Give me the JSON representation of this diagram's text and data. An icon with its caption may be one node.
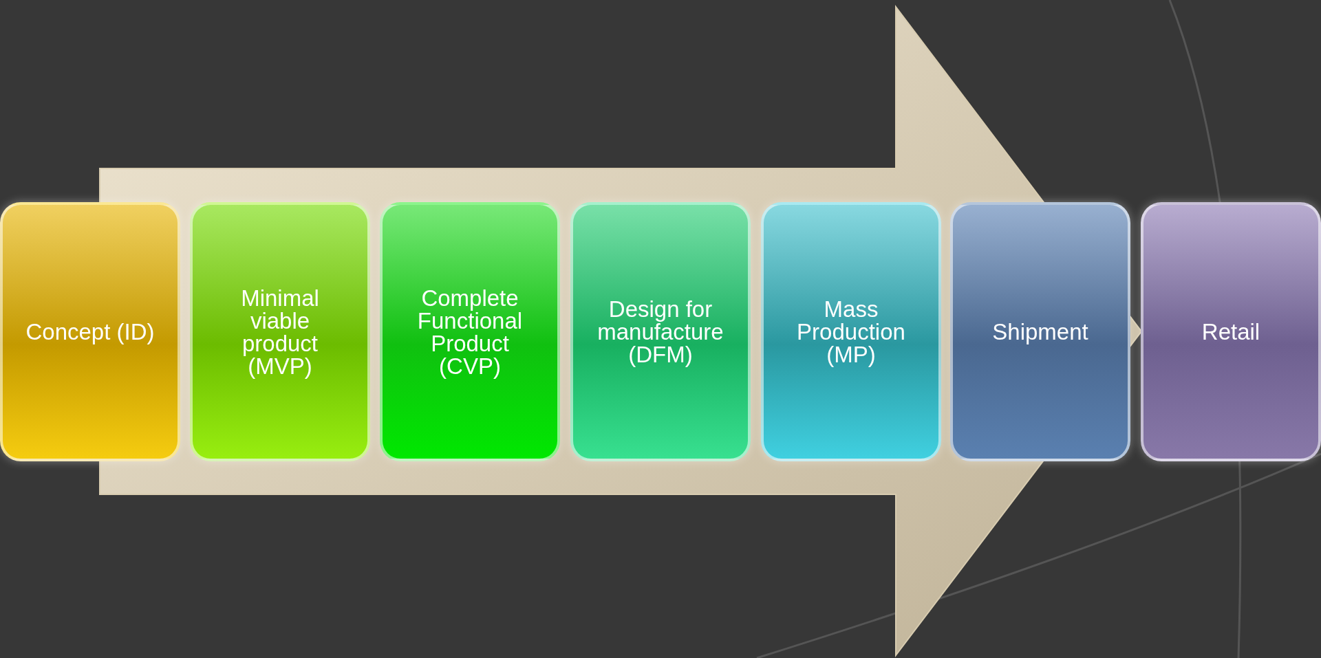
{
  "diagram": {
    "nodes": [
      {
        "text": [
          "Concept (ID)"
        ]
      },
      {
        "text": [
          "Minimal viable product (MVP)"
        ]
      },
      {
        "text": [
          "Complete Functional Product (CVP)"
        ]
      },
      {
        "text": [
          "Design for manufacture (DFM)"
        ]
      },
      {
        "text": [
          "Mass Production (MP)"
        ]
      },
      {
        "text": [
          "Shipment"
        ]
      },
      {
        "text": [
          "Retail"
        ]
      }
    ],
    "edges": [
      {
        "from": 0,
        "to": 6,
        "arrow": "to"
      }
    ]
  }
}
